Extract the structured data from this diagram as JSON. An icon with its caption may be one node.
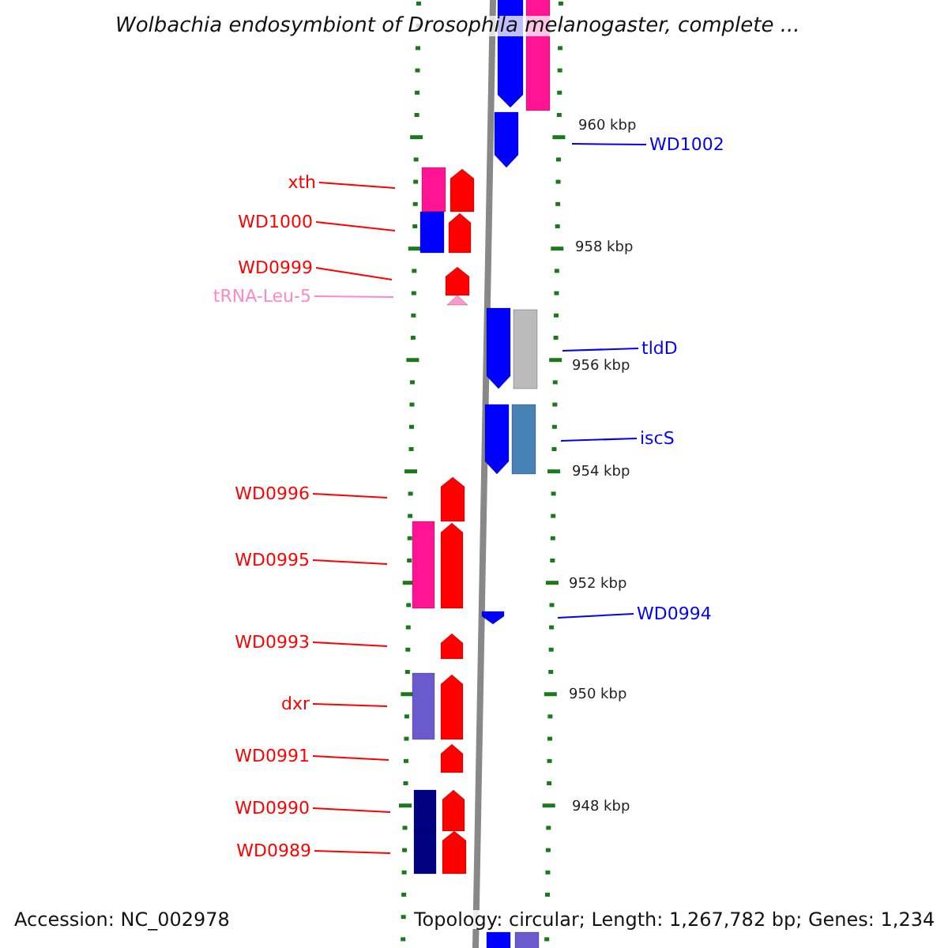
{
  "diagram": {
    "title": "Wolbachia endosymbiont of Drosophila melanogaster, complete ...",
    "nodes": [
      {
        "text": [
          "WD1002"
        ]
      },
      {
        "text": [
          "xth"
        ]
      },
      {
        "text": [
          "WD1000"
        ]
      },
      {
        "text": [
          "WD0999"
        ]
      },
      {
        "text": [
          "tRNA-Leu-5"
        ]
      },
      {
        "text": [
          "tldD"
        ]
      },
      {
        "text": [
          "iscS"
        ]
      },
      {
        "text": [
          "WD0996"
        ]
      },
      {
        "text": [
          "WD0995"
        ]
      },
      {
        "text": [
          "WD0994"
        ]
      },
      {
        "text": [
          "WD0993"
        ]
      },
      {
        "text": [
          "dxr"
        ]
      },
      {
        "text": [
          "WD0991"
        ]
      },
      {
        "text": [
          "WD0990"
        ]
      },
      {
        "text": [
          "WD0989"
        ]
      }
    ],
    "edges": [
      {
        "from": 0,
        "to": null,
        "arrow": "none",
        "color": "#0000ff"
      },
      {
        "from": 1,
        "to": null,
        "arrow": "none"
      },
      {
        "from": 2,
        "to": null,
        "arrow": "none"
      },
      {
        "from": 3,
        "to": null,
        "arrow": "none"
      },
      {
        "from": 4,
        "to": null,
        "arrow": "none",
        "color": "#ff88c8"
      },
      {
        "from": 5,
        "to": null,
        "arrow": "none",
        "color": "#0000ff"
      },
      {
        "from": 6,
        "to": null,
        "arrow": "none",
        "color": "#0000ff"
      },
      {
        "from": 7,
        "to": null,
        "arrow": "none"
      },
      {
        "from": 8,
        "to": null,
        "arrow": "none"
      },
      {
        "from": 9,
        "to": null,
        "arrow": "none",
        "color": "#0000ff"
      },
      {
        "from": 10,
        "to": null,
        "arrow": "none"
      },
      {
        "from": 11,
        "to": null,
        "arrow": "none"
      },
      {
        "from": 12,
        "to": null,
        "arrow": "none"
      },
      {
        "from": 13,
        "to": null,
        "arrow": "none"
      },
      {
        "from": 14,
        "to": null,
        "arrow": "none"
      }
    ],
    "labels": [
      "960 kbp",
      "958 kbp",
      "956 kbp",
      "954 kbp",
      "952 kbp",
      "950 kbp",
      "948 kbp",
      "Accession: NC_002978",
      "Topology: circular; Length: 1,267,782 bp; Genes: 1,234"
    ]
  }
}
